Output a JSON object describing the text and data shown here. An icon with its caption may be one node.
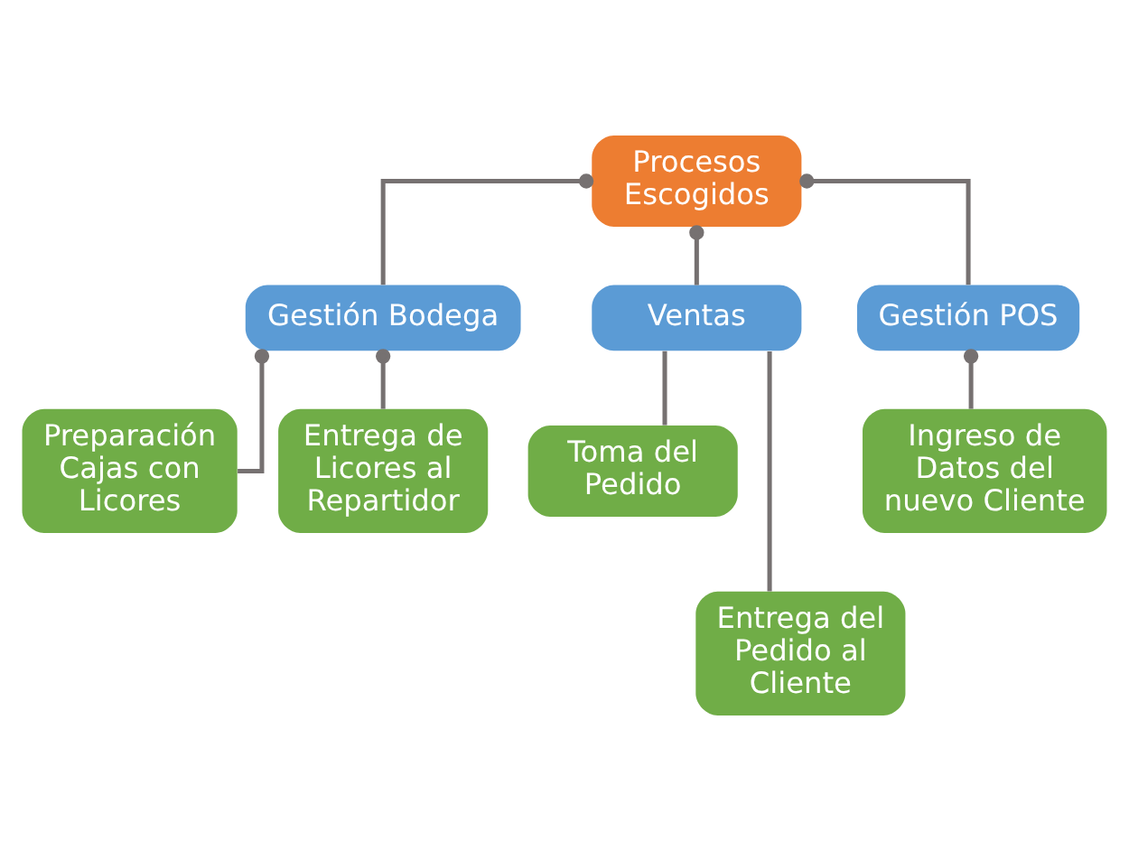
{
  "diagram": {
    "nodes": [
      {
        "text": [
          "Procesos Escogidos"
        ]
      },
      {
        "text": [
          "Gestión Bodega"
        ]
      },
      {
        "text": [
          "Ventas"
        ]
      },
      {
        "text": [
          "Gestión POS"
        ]
      },
      {
        "text": [
          "Preparación Cajas con Licores"
        ]
      },
      {
        "text": [
          "Entrega de Licores al Repartidor"
        ]
      },
      {
        "text": [
          "Ingreso de Datos del nuevo Cliente"
        ]
      },
      {
        "text": [
          "Toma del Pedido"
        ]
      },
      {
        "text": [
          "Entrega del Pedido al Cliente"
        ]
      }
    ],
    "edges": [
      {
        "from": 0,
        "to": 1,
        "arrow": "other"
      },
      {
        "from": 0,
        "to": 2,
        "arrow": "other"
      },
      {
        "from": 0,
        "to": 3,
        "arrow": "other"
      },
      {
        "from": 1,
        "to": 4,
        "arrow": "other"
      },
      {
        "from": 1,
        "to": 5,
        "arrow": "other"
      },
      {
        "from": 3,
        "to": 6,
        "arrow": "other"
      },
      {
        "from": 2,
        "to": 7,
        "arrow": "none"
      },
      {
        "from": 2,
        "to": 8,
        "arrow": "none"
      }
    ]
  }
}
